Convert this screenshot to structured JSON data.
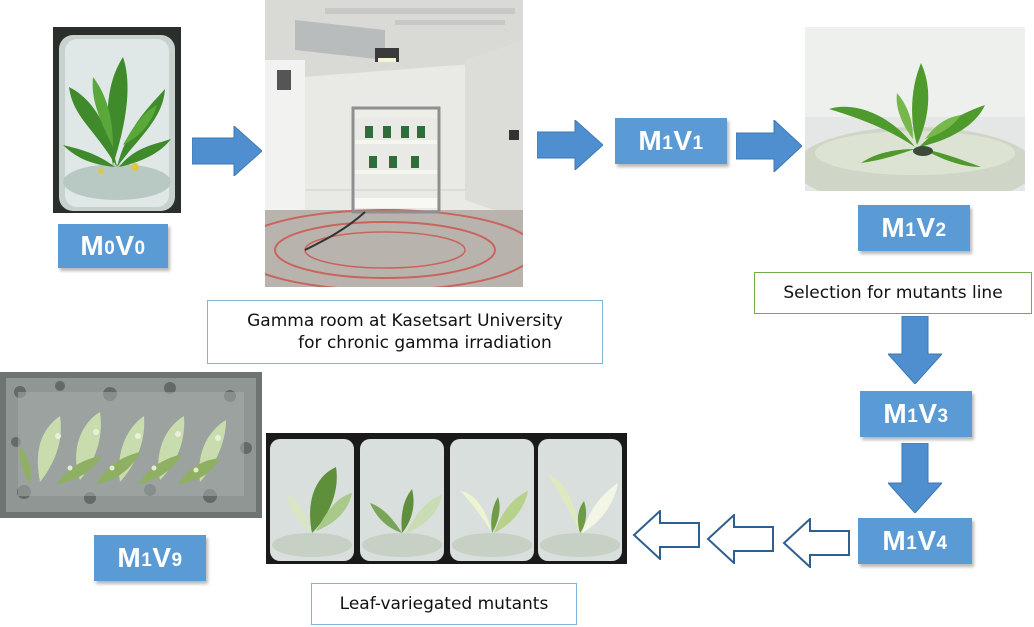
{
  "labels": {
    "m0v0": {
      "m_big": "M",
      "m_sub": "0",
      "v_big": "V",
      "v_sub": "0"
    },
    "m1v1": {
      "m_big": "M",
      "m_sub": "1",
      "v_big": "V",
      "v_sub": "1"
    },
    "m1v2": {
      "m_big": "M",
      "m_sub": "1",
      "v_big": "V",
      "v_sub": "2"
    },
    "m1v3": {
      "m_big": "M",
      "m_sub": "1",
      "v_big": "V",
      "v_sub": "3"
    },
    "m1v4": {
      "m_big": "M",
      "m_sub": "1",
      "v_big": "V",
      "v_sub": "4"
    },
    "m1v9": {
      "m_big": "M",
      "m_sub": "1",
      "v_big": "V",
      "v_sub": "9"
    }
  },
  "captions": {
    "gamma_line1": "Gamma room at Kasetsart University",
    "gamma_line2": "for chronic gamma irradiation",
    "selection": "Selection for mutants line",
    "variegated": "Leaf-variegated mutants"
  },
  "colors": {
    "arrow_fill": "#4f8fcf",
    "label_bg": "#5b9bd5",
    "gamma_border": "#7fb3d8",
    "selection_border": "#70ad47",
    "variegated_border": "#7fb3d8",
    "hollow_arrow_stroke": "#2f5f8f"
  }
}
